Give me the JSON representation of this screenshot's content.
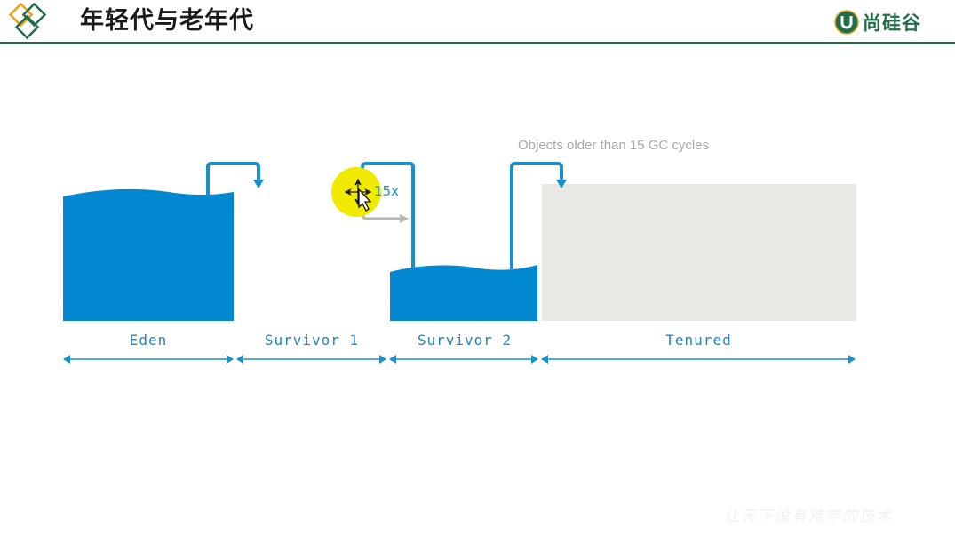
{
  "header": {
    "title": "年轻代与老年代",
    "brand": "尚硅谷",
    "colors": {
      "brand_green": "#1f6e4a",
      "logo_orange": "#e8a020"
    }
  },
  "diagram": {
    "note": "Objects older than 15 GC cycles",
    "counter": "15x",
    "regions": [
      {
        "label": "Eden"
      },
      {
        "label": "Survivor 1"
      },
      {
        "label": "Survivor 2"
      },
      {
        "label": "Tenured"
      }
    ],
    "colors": {
      "water": "#0288d1",
      "tenured": "#e8e8e4",
      "arrow": "#1b8fc8",
      "gray_arrow": "#b5b5b5"
    }
  },
  "watermark": "让天下没有难学的技术",
  "cursor": {
    "icon": "move-cursor-icon",
    "highlight": "#f0ea00"
  }
}
